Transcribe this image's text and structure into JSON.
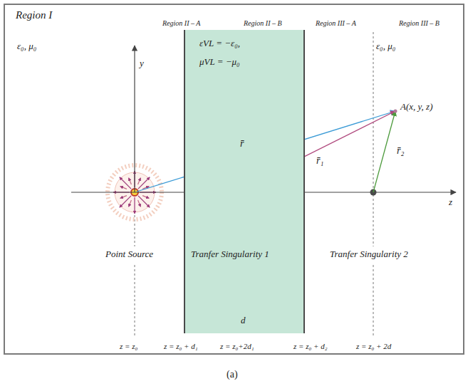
{
  "diagram": {
    "caption": "(a)",
    "nodes": [
      {
        "text": [
          "εVL = −ε₀,",
          "μVL = −μ₀"
        ]
      }
    ],
    "labels": [
      "Region I",
      "ε₀, μ₀",
      "Region II – A",
      "Region II – B",
      "Region III – A",
      "Region III – B",
      "ε₀, μ₀",
      "y",
      "z",
      "A(x, y, z)",
      "r̄",
      "r̄₁",
      "r̄₂",
      "Point Source",
      "Tranfer Singularity 1",
      "Tranfer Singularity 2",
      "d",
      "z = z₀",
      "z = z₀ + d₁",
      "z = z₀+2d₁",
      "z = z₀ + d₂",
      "z = z₀ + 2d"
    ]
  }
}
